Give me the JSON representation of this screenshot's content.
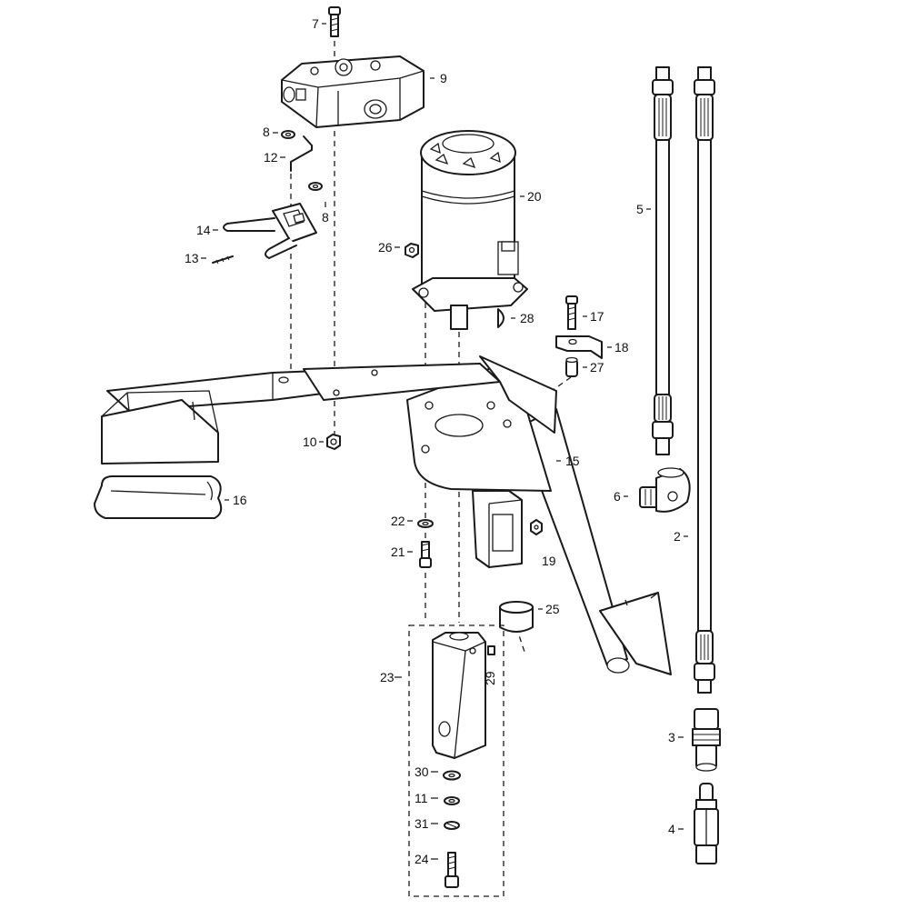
{
  "callouts": [
    {
      "id": "c7",
      "label": "7"
    },
    {
      "id": "c9",
      "label": "9"
    },
    {
      "id": "c8a",
      "label": "8"
    },
    {
      "id": "c12",
      "label": "12"
    },
    {
      "id": "c8b",
      "label": "8"
    },
    {
      "id": "c14",
      "label": "14"
    },
    {
      "id": "c13",
      "label": "13"
    },
    {
      "id": "c20",
      "label": "20"
    },
    {
      "id": "c26",
      "label": "26"
    },
    {
      "id": "c28",
      "label": "28"
    },
    {
      "id": "c17",
      "label": "17"
    },
    {
      "id": "c18",
      "label": "18"
    },
    {
      "id": "c27",
      "label": "27"
    },
    {
      "id": "c5",
      "label": "5"
    },
    {
      "id": "c10",
      "label": "10"
    },
    {
      "id": "c15",
      "label": "15"
    },
    {
      "id": "c16",
      "label": "16"
    },
    {
      "id": "c6",
      "label": "6"
    },
    {
      "id": "c2",
      "label": "2"
    },
    {
      "id": "c22",
      "label": "22"
    },
    {
      "id": "c21",
      "label": "21"
    },
    {
      "id": "c19",
      "label": "19"
    },
    {
      "id": "c25",
      "label": "25"
    },
    {
      "id": "c23",
      "label": "23"
    },
    {
      "id": "c29",
      "label": "29"
    },
    {
      "id": "c3",
      "label": "3"
    },
    {
      "id": "c30",
      "label": "30"
    },
    {
      "id": "c11",
      "label": "11"
    },
    {
      "id": "c31",
      "label": "31"
    },
    {
      "id": "c4",
      "label": "4"
    },
    {
      "id": "c24",
      "label": "24"
    }
  ],
  "colors": {
    "line": "#1a1a1a",
    "background": "#ffffff"
  }
}
